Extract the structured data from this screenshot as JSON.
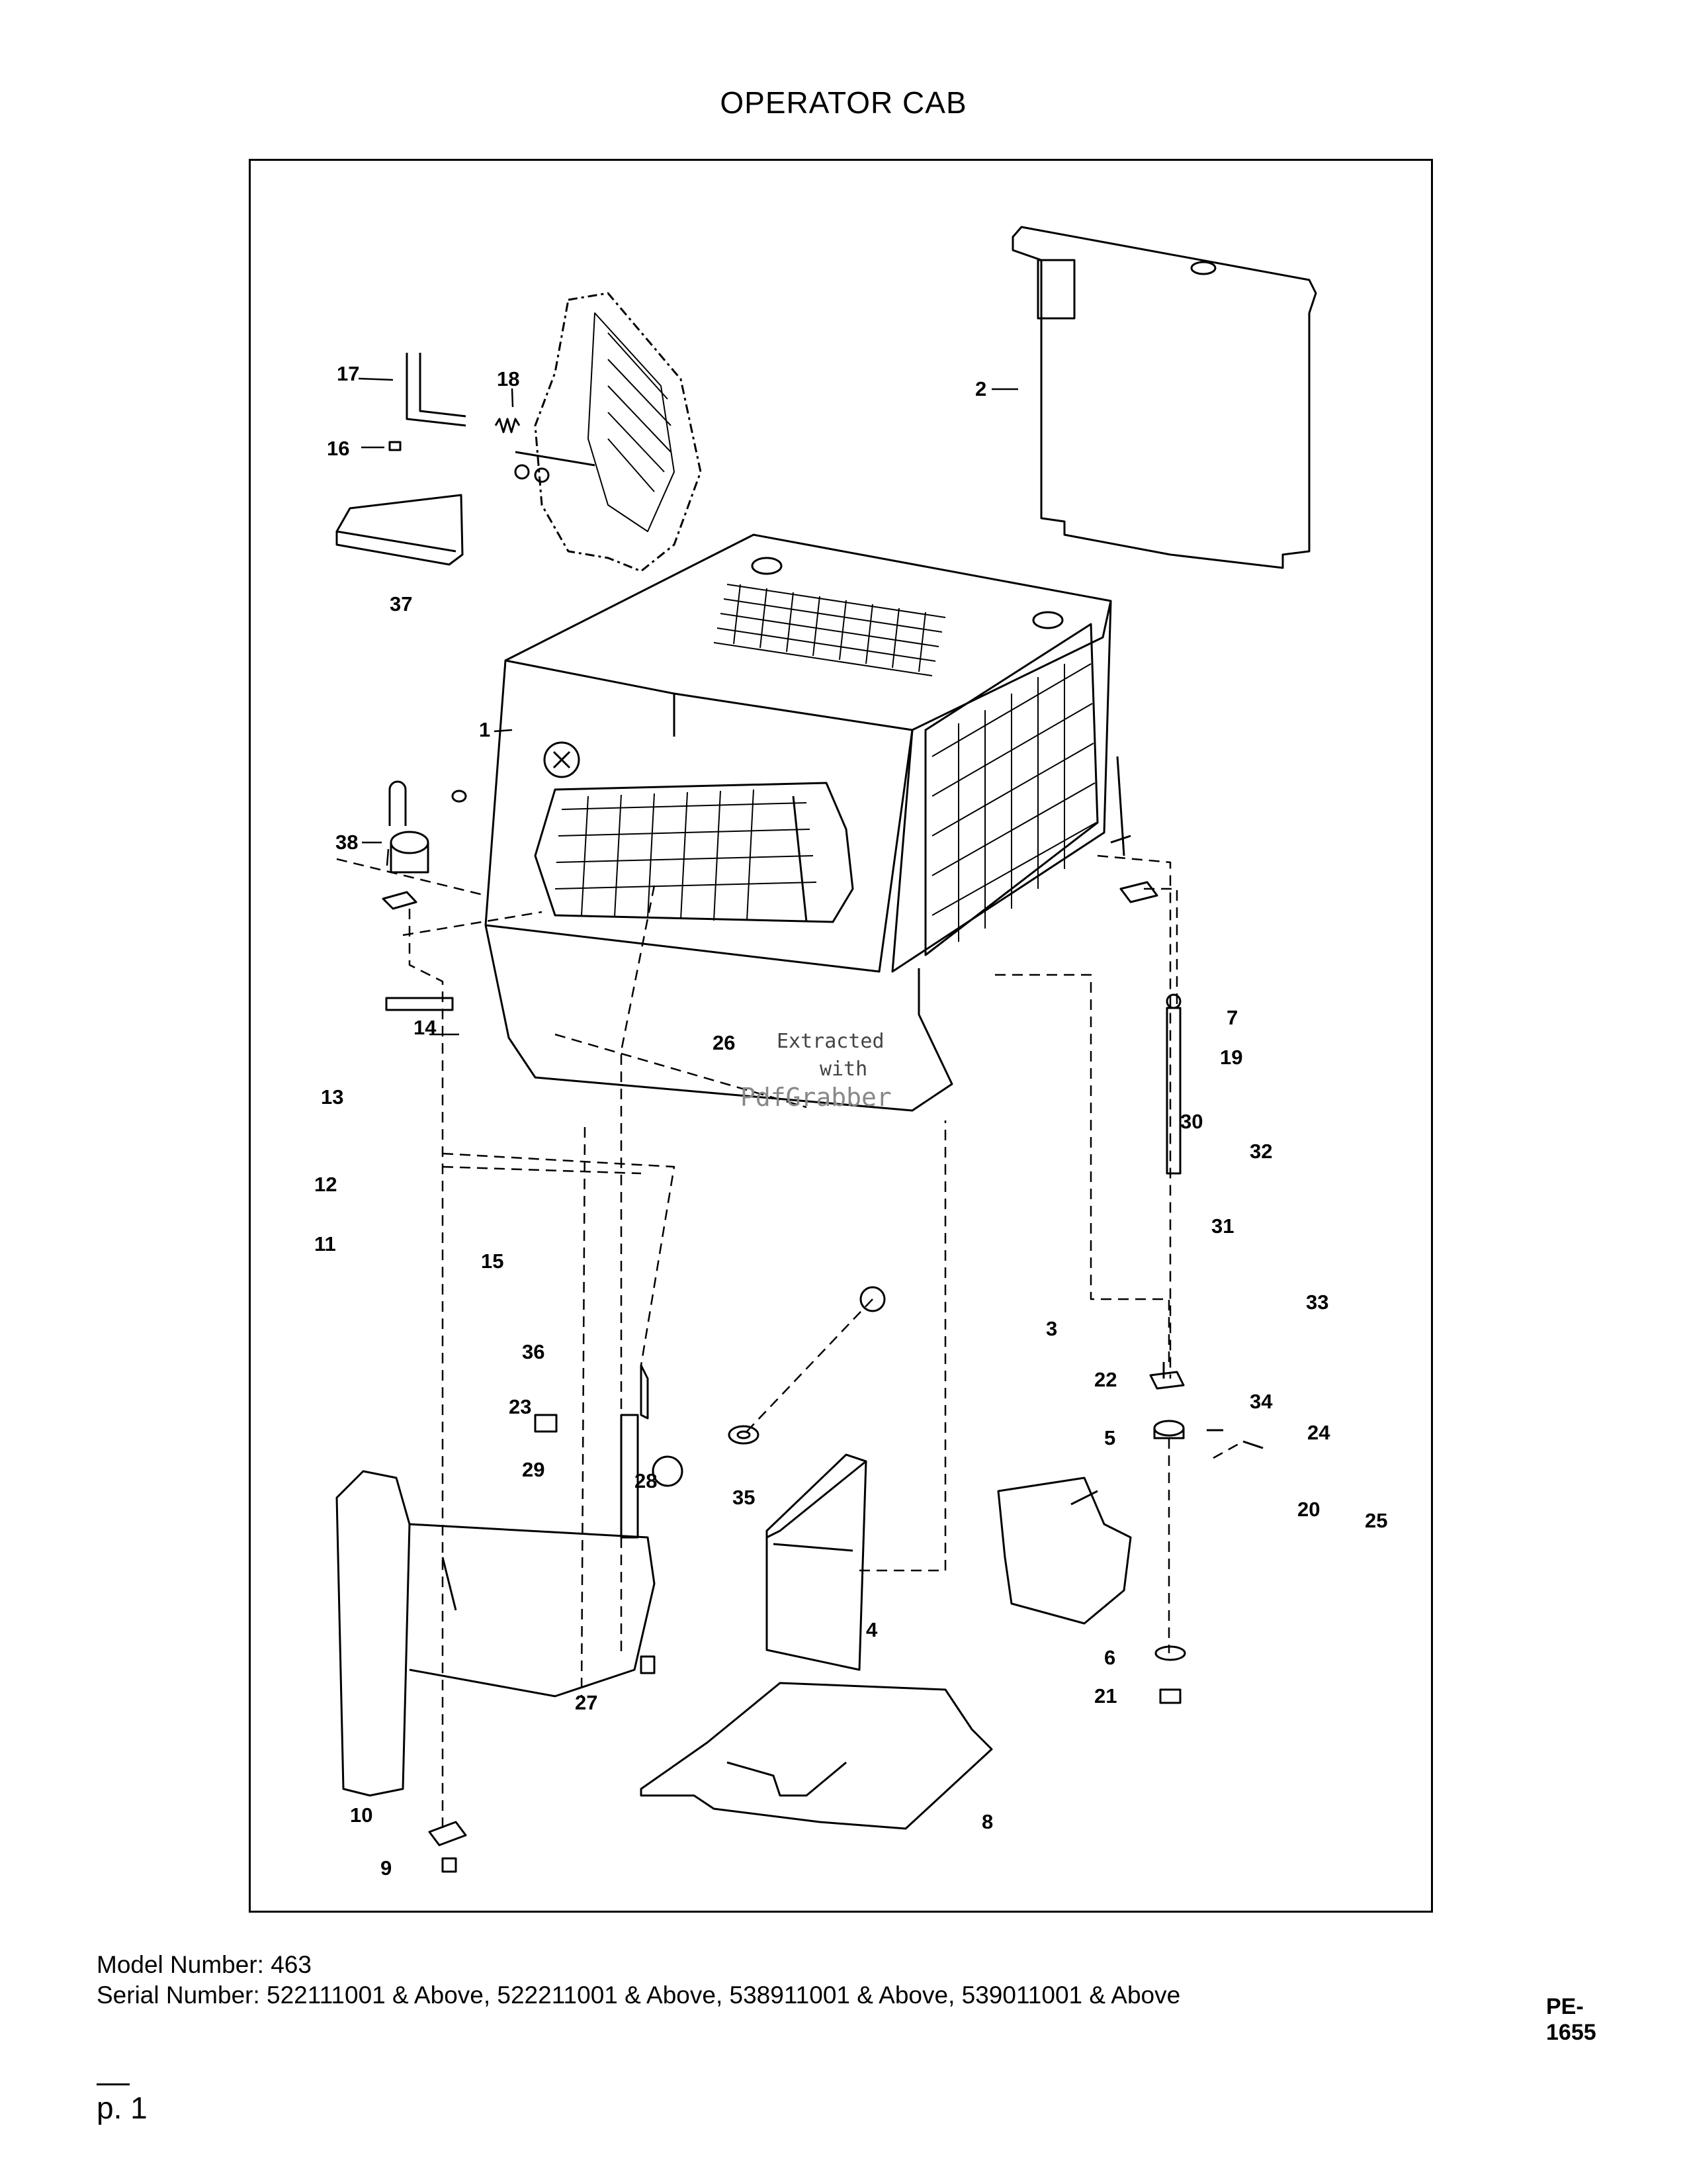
{
  "page": {
    "title": "OPERATOR CAB",
    "model_number": "Model Number: 463",
    "serial_number": "Serial Number: 522111001 & Above, 522211001 & Above, 538911001 & Above, 539011001 & Above",
    "page_label": "p. 1"
  },
  "diagram": {
    "code": "PE-1655",
    "watermark": [
      "Extracted",
      "with",
      "PdfGrabber"
    ],
    "callouts": [
      {
        "n": "1"
      },
      {
        "n": "2"
      },
      {
        "n": "3"
      },
      {
        "n": "4"
      },
      {
        "n": "5"
      },
      {
        "n": "6"
      },
      {
        "n": "7"
      },
      {
        "n": "8"
      },
      {
        "n": "9"
      },
      {
        "n": "10"
      },
      {
        "n": "11"
      },
      {
        "n": "12"
      },
      {
        "n": "13"
      },
      {
        "n": "14"
      },
      {
        "n": "15"
      },
      {
        "n": "16"
      },
      {
        "n": "17"
      },
      {
        "n": "18"
      },
      {
        "n": "19"
      },
      {
        "n": "20"
      },
      {
        "n": "21"
      },
      {
        "n": "22"
      },
      {
        "n": "23"
      },
      {
        "n": "24"
      },
      {
        "n": "25"
      },
      {
        "n": "26"
      },
      {
        "n": "27"
      },
      {
        "n": "28"
      },
      {
        "n": "29"
      },
      {
        "n": "30"
      },
      {
        "n": "31"
      },
      {
        "n": "32"
      },
      {
        "n": "33"
      },
      {
        "n": "34"
      },
      {
        "n": "35"
      },
      {
        "n": "36"
      },
      {
        "n": "37"
      },
      {
        "n": "38"
      }
    ]
  }
}
